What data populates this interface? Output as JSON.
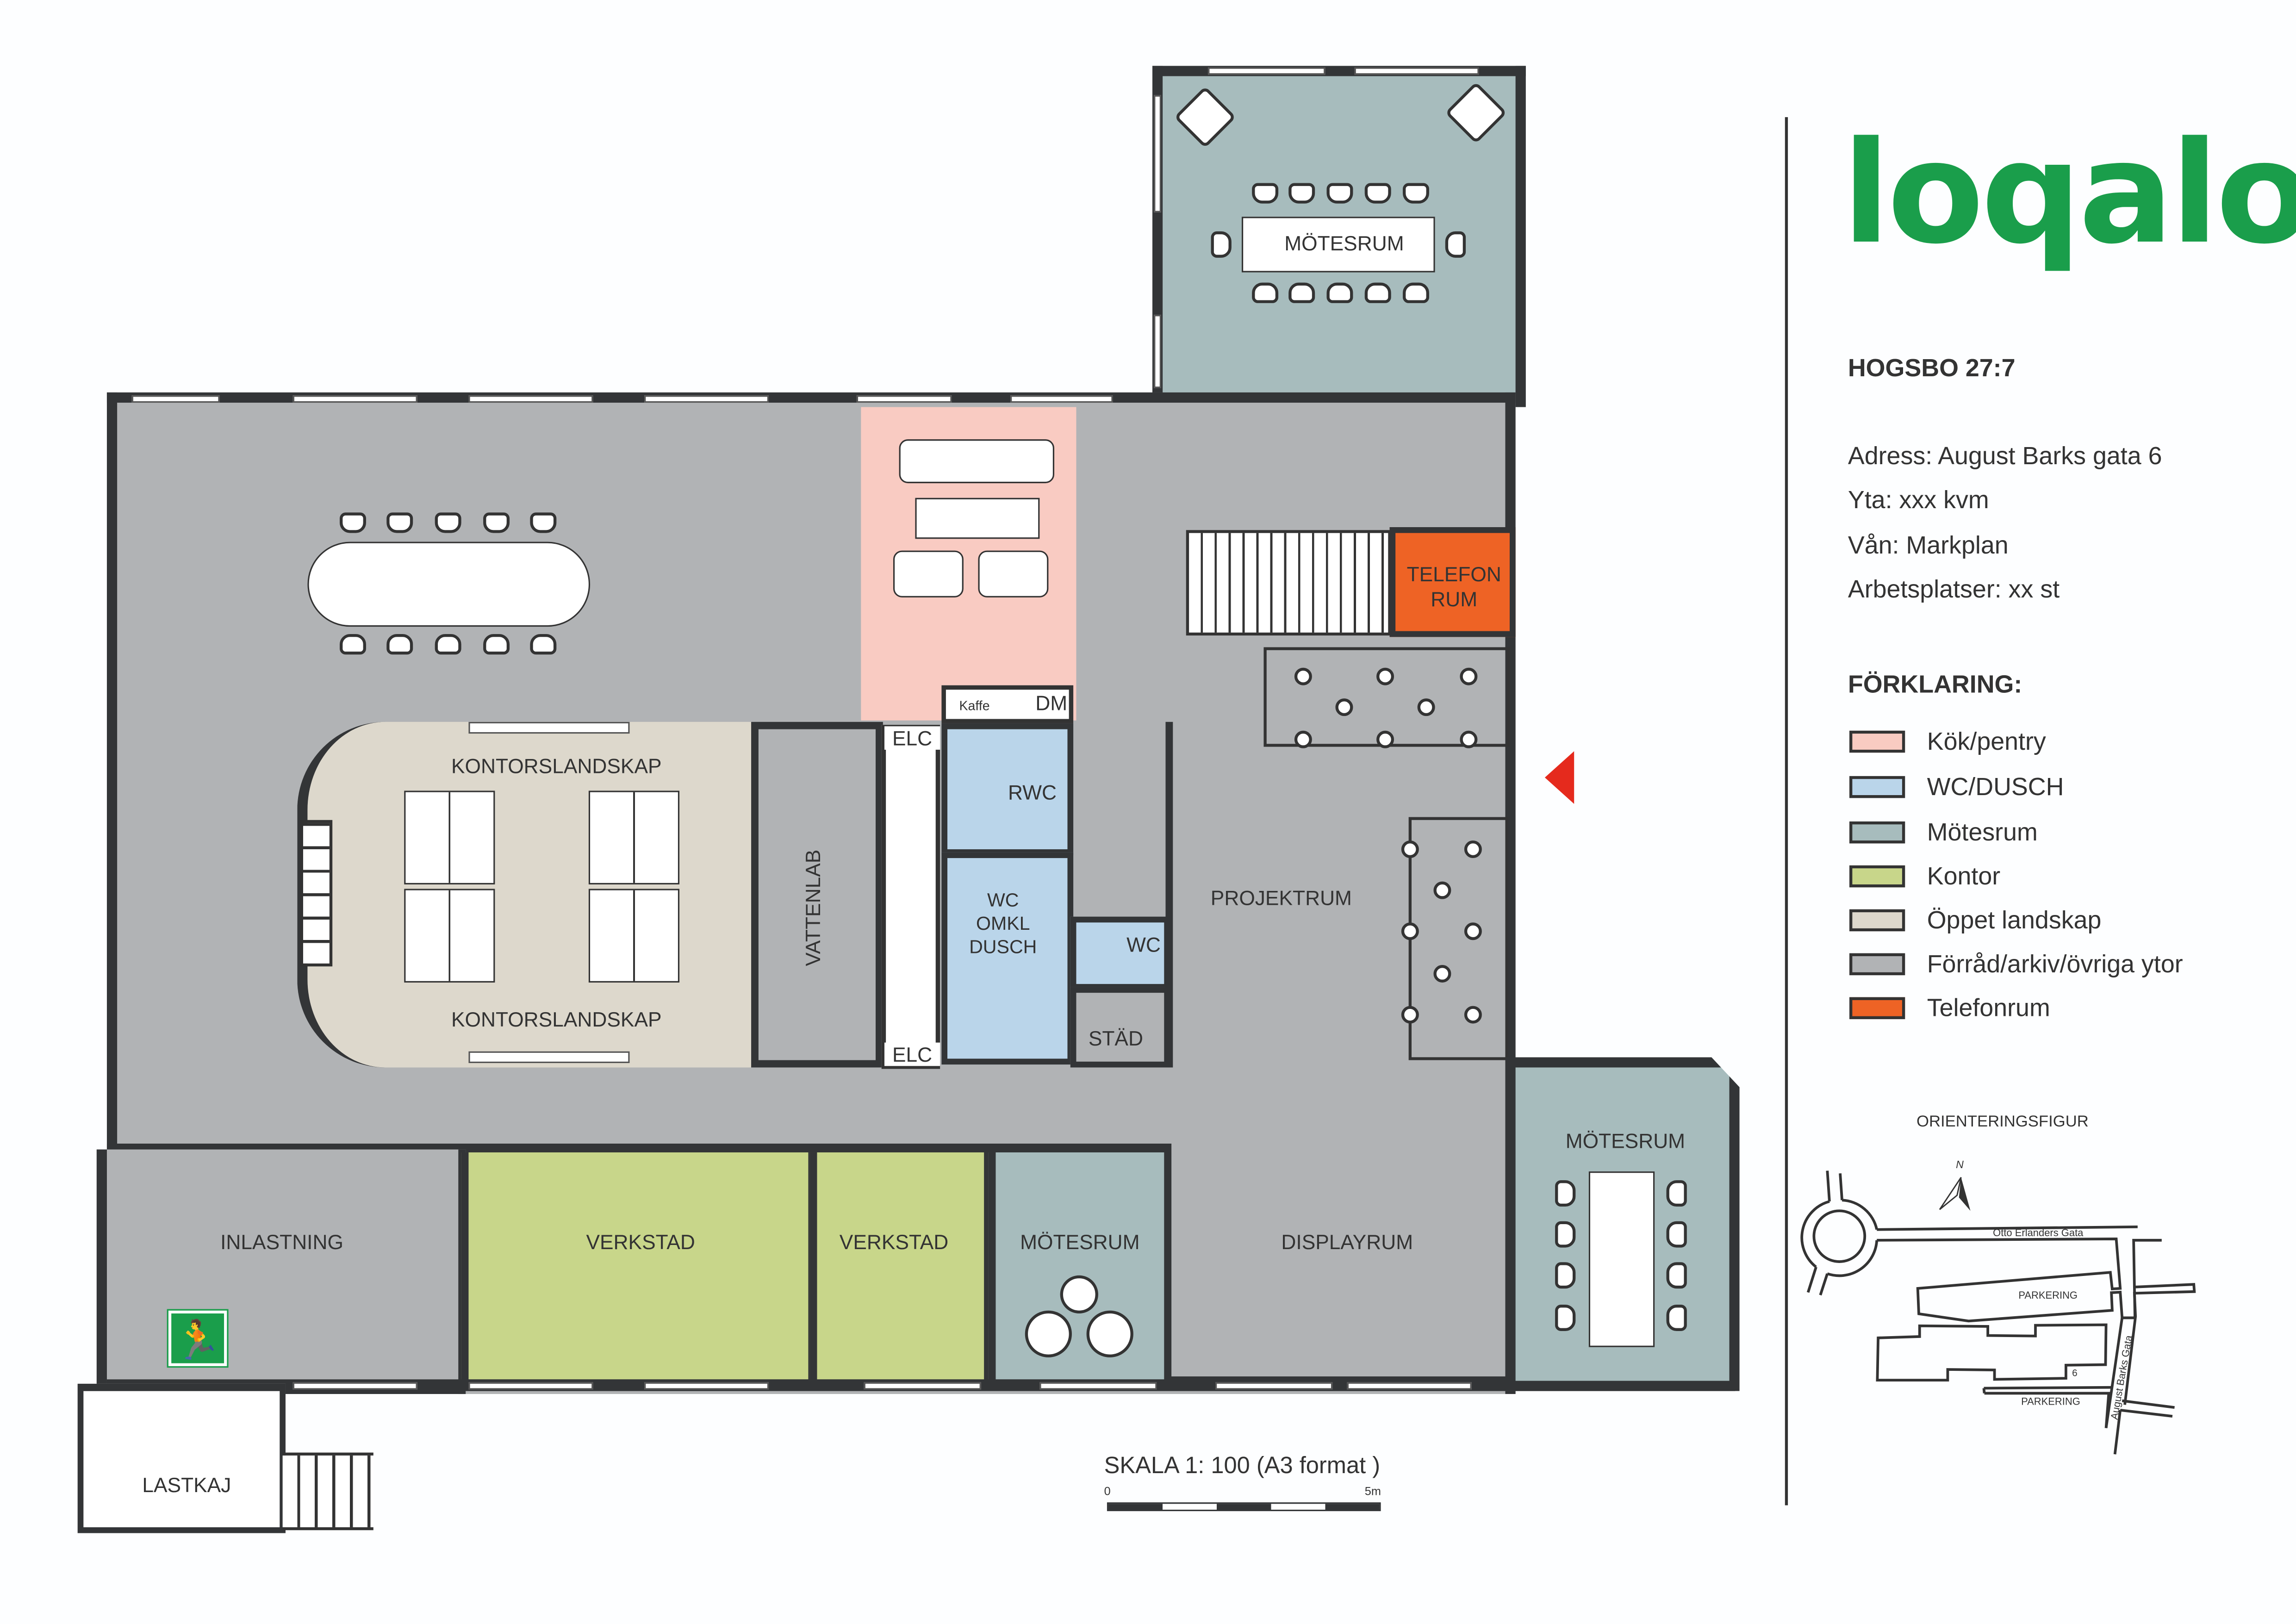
{
  "logo": {
    "text": "loqalo",
    "color": "#1a9e4b"
  },
  "property": {
    "title": "HOGSBO 27:7",
    "lines": [
      "Adress: August Barks gata 6",
      "Yta: xxx kvm",
      "Vån: Markplan",
      "Arbetsplatser: xx st"
    ]
  },
  "legend": {
    "title": "FÖRKLARING:",
    "items": [
      {
        "label": "Kök/pentry",
        "color": "#f9cbc2"
      },
      {
        "label": "WC/DUSCH",
        "color": "#bad5ea"
      },
      {
        "label": "Mötesrum",
        "color": "#a7bcbd"
      },
      {
        "label": "Kontor",
        "color": "#c8d68a"
      },
      {
        "label": "Öppet landskap",
        "color": "#ddd8cc"
      },
      {
        "label": "Förråd/arkiv/övriga ytor",
        "color": "#b1b3b5"
      },
      {
        "label": "Telefonrum",
        "color": "#ee6325"
      }
    ]
  },
  "rooms": {
    "motesrum_top": "MÖTESRUM",
    "telefon_1": "TELEFON",
    "telefon_2": "RUM",
    "kontor_top": "KONTORSLANDSKAP",
    "kontor_bottom": "KONTORSLANDSKAP",
    "vattenlab": "VATTENLAB",
    "elc_top": "ELC",
    "elc_bottom": "ELC",
    "kaffe": "Kaffe",
    "dm": "DM",
    "rwc": "RWC",
    "wc_omkl_1": "WC",
    "wc_omkl_2": "OMKL",
    "wc_omkl_3": "DUSCH",
    "wc": "WC",
    "stad": "STÄD",
    "projektrum": "PROJEKTRUM",
    "motesrum_right": "MÖTESRUM",
    "inlastning": "INLASTNING",
    "verkstad_1": "VERKSTAD",
    "verkstad_2": "VERKSTAD",
    "motesrum_bottom": "MÖTESRUM",
    "displayrum": "DISPLAYRUM",
    "lastkaj": "LASTKAJ"
  },
  "scale": {
    "title": "SKALA 1: 100 (A3 format )",
    "start": "0",
    "end": "5m"
  },
  "orientation": {
    "title": "ORIENTERINGSFIGUR",
    "north": "N",
    "street_1": "Otto Erlanders Gata",
    "street_2": "August Barks Gata",
    "parking_1": "PARKERING",
    "parking_2": "PARKERING",
    "number": "6"
  }
}
